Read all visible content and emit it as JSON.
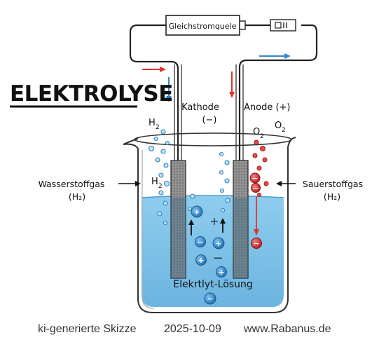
{
  "title": "ELEKTROLYSE",
  "power_supply": {
    "label": "Gleichstromquele"
  },
  "labels": {
    "cathode": "Kathode",
    "cathode_sign": "(−)",
    "anode": "Anode (+)",
    "h2_top": "H",
    "h2_inner": "H",
    "o2_left": "O",
    "o2_right": "O",
    "subscript_2": "2",
    "hydrogen_gas": "Wasserstoffgas",
    "hydrogen_formula": "(H₂)",
    "oxygen_gas": "Sauerstoffgas",
    "oxygen_formula": "(H₂)",
    "solution": "Elekrtlyt-Lösung",
    "plus_sign": "+",
    "minus_sign": "−"
  },
  "footer": {
    "credit": "ki-generierte Skizze",
    "date": "2025-10-09",
    "site": "www.Rabanus.de"
  },
  "colors": {
    "liquid": "#7cc0e6",
    "liquid_dark": "#3a8fc4",
    "electrode": "#8a8a8a",
    "ion_blue": "#2d7fc0",
    "ion_red": "#d42a2a",
    "arrow_red": "#e0322f",
    "arrow_blue": "#2f86d6"
  }
}
